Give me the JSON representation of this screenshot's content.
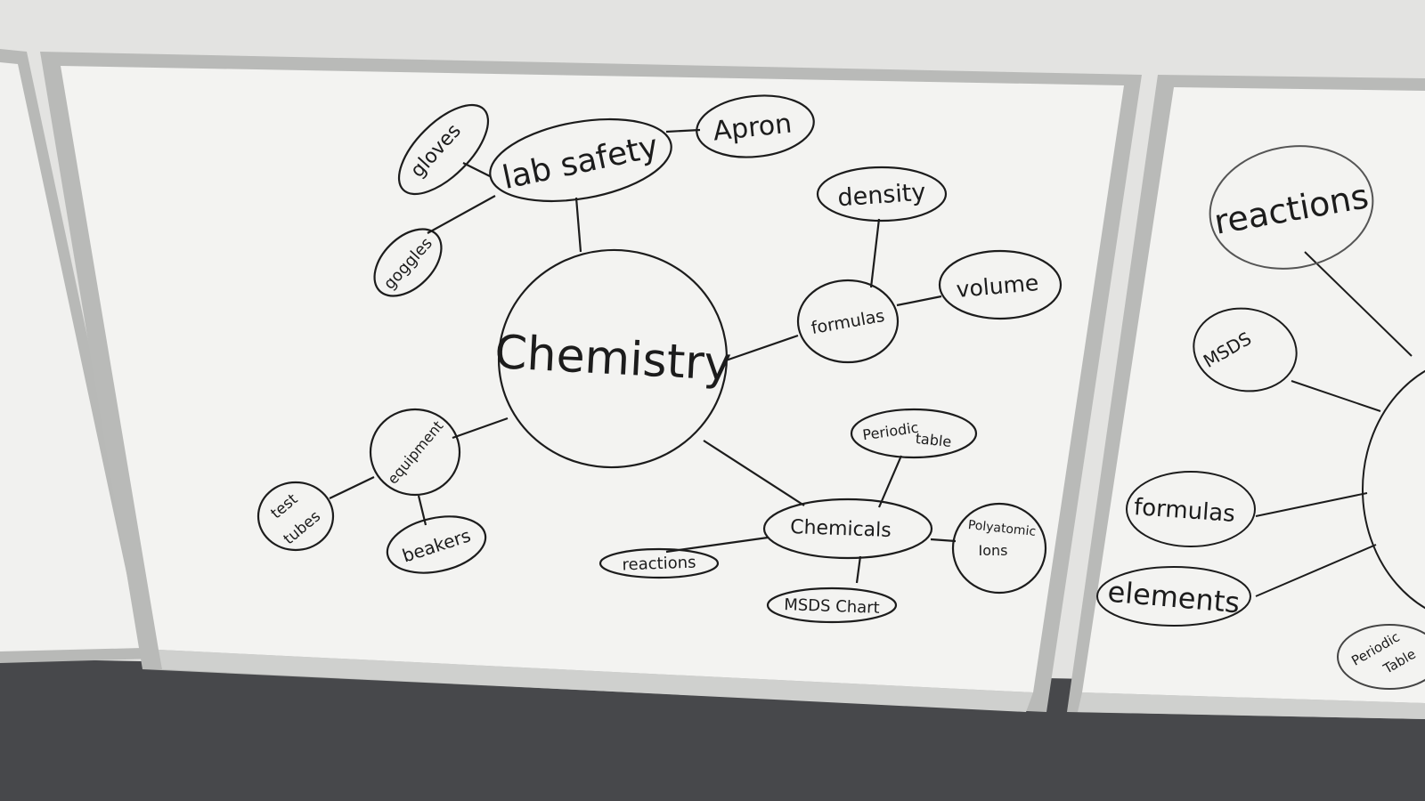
{
  "colors": {
    "wall": "#e4e4e2",
    "board_surface": "#f2f2f0",
    "frame": "#b8b9b7",
    "carpet": "#46474a",
    "marker": "#1c1c1c"
  },
  "center_board": {
    "center": "Chemistry",
    "topics": {
      "lab_safety": "lab safety",
      "gloves": "gloves",
      "goggles": "goggles",
      "apron": "Apron",
      "formulas": "formulas",
      "density": "density",
      "volume": "volume",
      "equipment": "equipment",
      "test_tubes_1": "test",
      "test_tubes_2": "tubes",
      "beakers": "beakers",
      "chemicals": "Chemicals",
      "periodic_table_1": "Periodic",
      "periodic_table_2": "table",
      "polyatomic_ions_1": "Polyatomic",
      "polyatomic_ions_2": "Ions",
      "reactions": "reactions",
      "msds_chart": "MSDS Chart"
    }
  },
  "right_board": {
    "reactions": "reactions",
    "msds": "MSDS",
    "formulas": "formulas",
    "elements": "elements",
    "periodic_table_1": "Periodic",
    "periodic_table_2": "Table"
  }
}
